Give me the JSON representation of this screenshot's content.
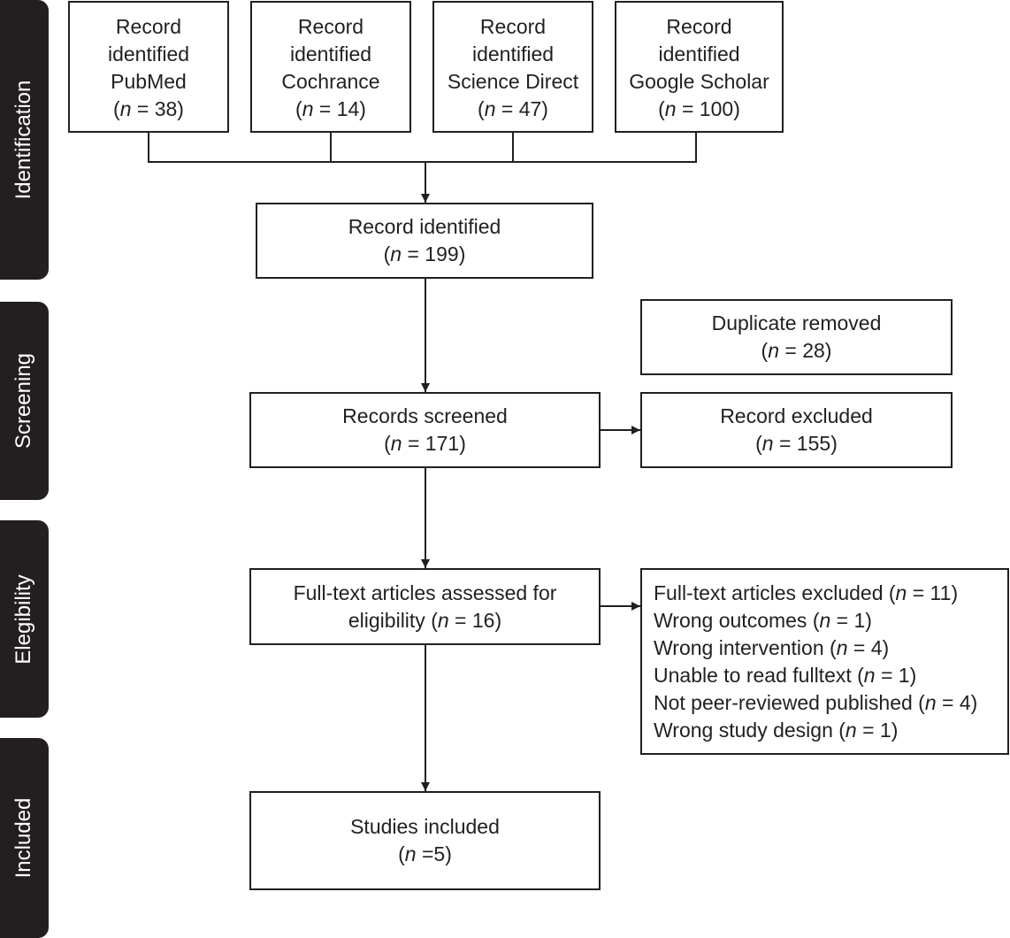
{
  "phases": {
    "identification": "Identification",
    "screening": "Screening",
    "eligibility": "Elegibility",
    "included": "Included"
  },
  "n_symbol": "n",
  "sources": [
    {
      "line1": "Record",
      "line2": "identified",
      "line3": "PubMed",
      "count": " = 38"
    },
    {
      "line1": "Record",
      "line2": "identified",
      "line3": "Cochrance",
      "count": " = 14"
    },
    {
      "line1": "Record",
      "line2": "identified",
      "line3": "Science Direct",
      "count": " = 47"
    },
    {
      "line1": "Record",
      "line2": "identified",
      "line3": "Google Scholar",
      "count": " = 100"
    }
  ],
  "identified": {
    "label": "Record identified",
    "count": " = 199"
  },
  "duplicates": {
    "label": "Duplicate removed",
    "count": " = 28"
  },
  "screened": {
    "label": "Records screened",
    "count": " = 171"
  },
  "excluded": {
    "label": "Record excluded",
    "count": " = 155"
  },
  "fulltext": {
    "line1": "Full-text articles assessed for",
    "line2": "eligibility (",
    "count": " = 16"
  },
  "fulltext_excluded": [
    {
      "label": "Full-text articles excluded (",
      "count": " = 11"
    },
    {
      "label": "Wrong outcomes (",
      "count": " = 1"
    },
    {
      "label": "Wrong intervention (",
      "count": " = 4"
    },
    {
      "label": "Unable to read fulltext (",
      "count": " = 1"
    },
    {
      "label": "Not peer-reviewed published (",
      "count": " = 4"
    },
    {
      "label": "Wrong study design (",
      "count": " = 1"
    }
  ],
  "included": {
    "label": "Studies included",
    "count": " =5"
  }
}
